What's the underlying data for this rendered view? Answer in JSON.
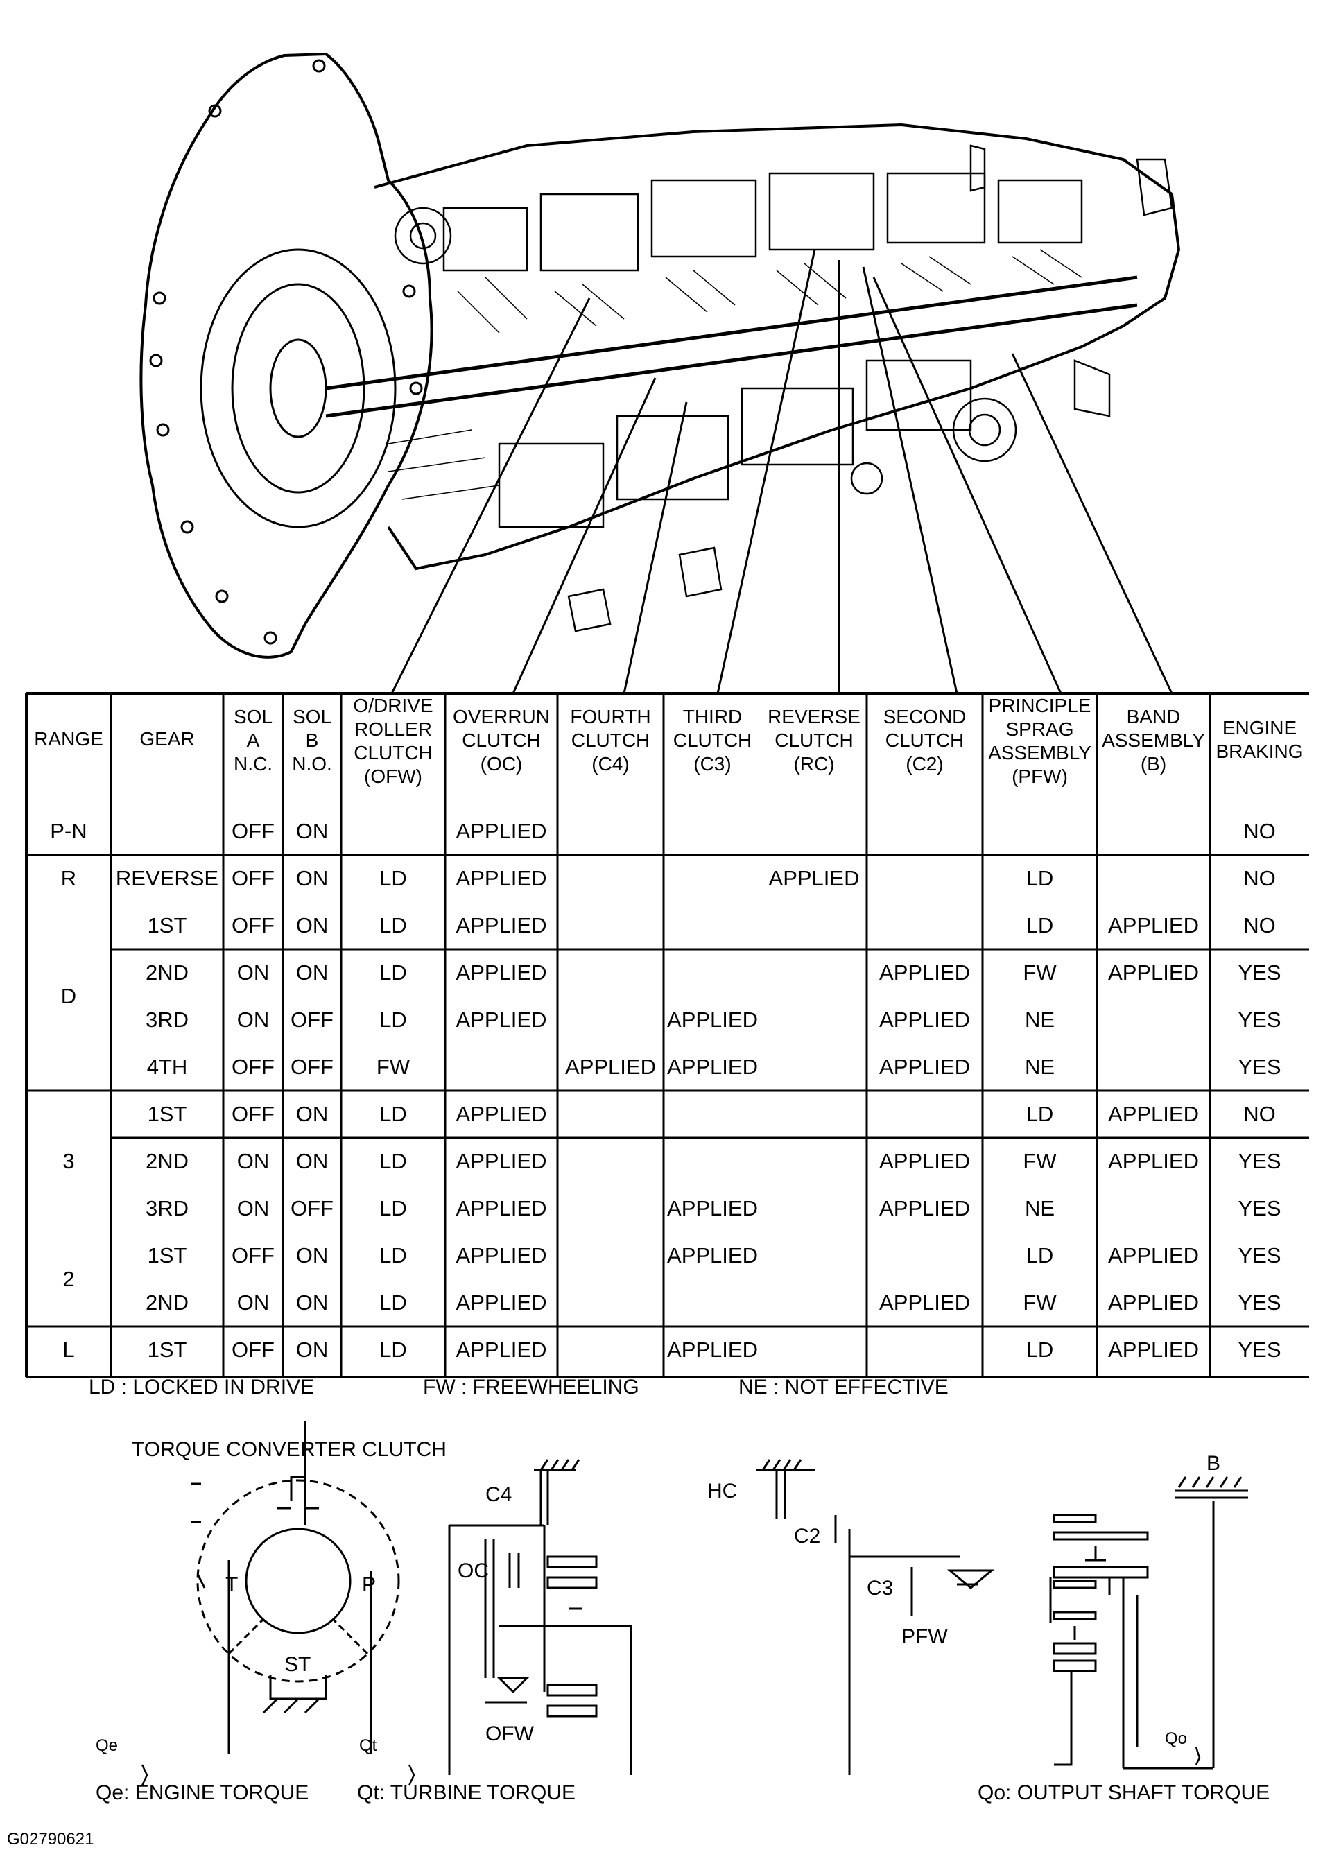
{
  "table": {
    "headers": [
      [
        "RANGE"
      ],
      [
        "GEAR"
      ],
      [
        "SOL",
        "A",
        "N.C."
      ],
      [
        "SOL",
        "B",
        "N.O."
      ],
      [
        "O/DRIVE",
        "ROLLER",
        "CLUTCH",
        "(OFW)"
      ],
      [
        "OVERRUN",
        "CLUTCH",
        "(OC)"
      ],
      [
        "FOURTH",
        "CLUTCH",
        "(C4)"
      ],
      [
        "THIRD",
        "CLUTCH",
        "(C3)"
      ],
      [
        "REVERSE",
        "CLUTCH",
        "(RC)"
      ],
      [
        "SECOND",
        "CLUTCH",
        "(C2)"
      ],
      [
        "PRINCIPLE",
        "SPRAG",
        "ASSEMBLY",
        "(PFW)"
      ],
      [
        "BAND",
        "ASSEMBLY",
        "(B)"
      ],
      [
        "ENGINE",
        "BRAKING"
      ]
    ],
    "rows": [
      [
        "P-N",
        "",
        "OFF",
        "ON",
        "",
        "APPLIED",
        "",
        "",
        "",
        "",
        "",
        "",
        "NO"
      ],
      [
        "",
        "REVERSE",
        "OFF",
        "ON",
        "LD",
        "APPLIED",
        "",
        "",
        "APPLIED",
        "",
        "LD",
        "",
        "NO"
      ],
      [
        "",
        "1ST",
        "OFF",
        "ON",
        "LD",
        "APPLIED",
        "",
        "",
        "",
        "",
        "LD",
        "APPLIED",
        "NO"
      ],
      [
        "",
        "2ND",
        "ON",
        "ON",
        "LD",
        "APPLIED",
        "",
        "",
        "",
        "APPLIED",
        "FW",
        "APPLIED",
        "YES"
      ],
      [
        "",
        "3RD",
        "ON",
        "OFF",
        "LD",
        "APPLIED",
        "",
        "APPLIED",
        "",
        "APPLIED",
        "NE",
        "",
        "YES"
      ],
      [
        "",
        "4TH",
        "OFF",
        "OFF",
        "FW",
        "",
        "APPLIED",
        "APPLIED",
        "",
        "APPLIED",
        "NE",
        "",
        "YES"
      ],
      [
        "",
        "1ST",
        "OFF",
        "ON",
        "LD",
        "APPLIED",
        "",
        "",
        "",
        "",
        "LD",
        "APPLIED",
        "NO"
      ],
      [
        "",
        "2ND",
        "ON",
        "ON",
        "LD",
        "APPLIED",
        "",
        "",
        "",
        "APPLIED",
        "FW",
        "APPLIED",
        "YES"
      ],
      [
        "",
        "3RD",
        "ON",
        "OFF",
        "LD",
        "APPLIED",
        "",
        "APPLIED",
        "",
        "APPLIED",
        "NE",
        "",
        "YES"
      ],
      [
        "",
        "1ST",
        "OFF",
        "ON",
        "LD",
        "APPLIED",
        "",
        "APPLIED",
        "",
        "",
        "LD",
        "APPLIED",
        "YES"
      ],
      [
        "",
        "2ND",
        "ON",
        "ON",
        "LD",
        "APPLIED",
        "",
        "",
        "",
        "APPLIED",
        "FW",
        "APPLIED",
        "YES"
      ],
      [
        "L",
        "1ST",
        "OFF",
        "ON",
        "LD",
        "APPLIED",
        "",
        "APPLIED",
        "",
        "",
        "LD",
        "APPLIED",
        "YES"
      ]
    ],
    "range_groups": [
      "R",
      "D",
      "3",
      "2"
    ]
  },
  "legend": {
    "ld": "LD : LOCKED IN DRIVE",
    "fw": "FW : FREEWHEELING",
    "ne": "NE : NOT EFFECTIVE"
  },
  "schematic": {
    "title": "TORQUE CONVERTER CLUTCH",
    "labels": {
      "t": "T",
      "p": "P",
      "st": "ST",
      "c4": "C4",
      "oc": "OC",
      "ofw": "OFW",
      "hc": "HC",
      "c2": "C2",
      "c3": "C3",
      "pfw": "PFW",
      "b": "B",
      "qe": "Qe",
      "qt": "Qt",
      "qo": "Qo"
    },
    "captions": {
      "engine": "Qe: ENGINE TORQUE",
      "turbine": "Qt: TURBINE TORQUE",
      "output": "Qo: OUTPUT SHAFT TORQUE"
    }
  },
  "figure_id": "G02790621"
}
